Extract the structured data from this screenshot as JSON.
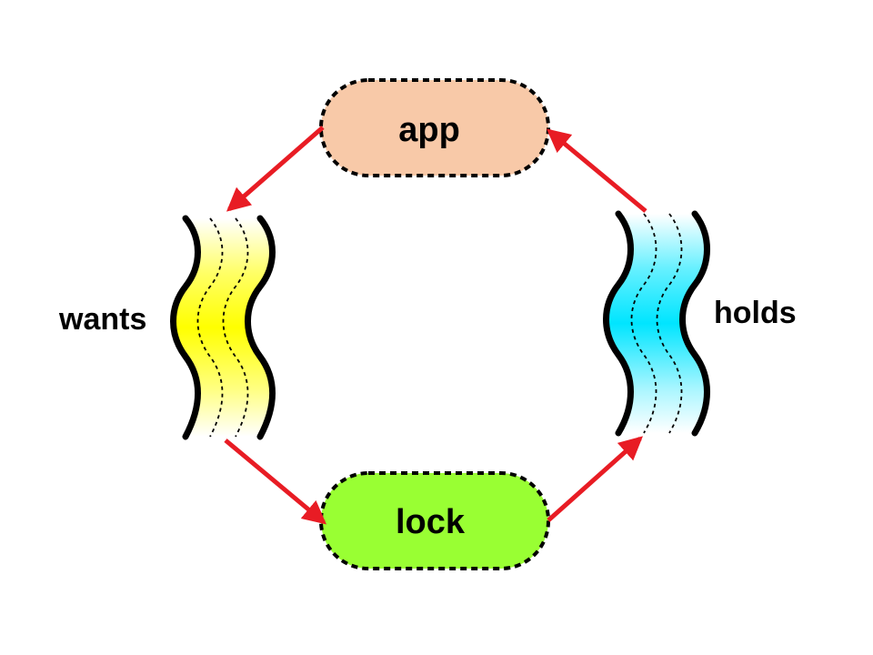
{
  "nodes": {
    "app": {
      "label": "app",
      "fill": "#f8c9a8"
    },
    "lock": {
      "label": "lock",
      "fill": "#99ff33"
    }
  },
  "edges": {
    "wants": {
      "label": "wants",
      "fill": "#ffff00"
    },
    "holds": {
      "label": "holds",
      "fill": "#00e5ff"
    }
  },
  "colors": {
    "arrow": "#e81c24",
    "text": "#000000",
    "border": "#000000"
  }
}
